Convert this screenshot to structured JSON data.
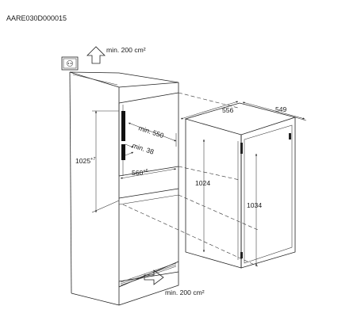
{
  "diagram": {
    "code": "AARE030D000015",
    "vent_top": "min. 200 cm²",
    "vent_bottom": "min. 200 cm²",
    "depth_550": "min. 550",
    "depth_38": "min. 38",
    "niche_height": "1025",
    "niche_height_tol": "+7",
    "niche_width": "560",
    "niche_width_tol": "+6",
    "appliance_depth": "549",
    "appliance_width": "556",
    "appliance_height_inner": "1024",
    "appliance_height_outer": "1034"
  }
}
